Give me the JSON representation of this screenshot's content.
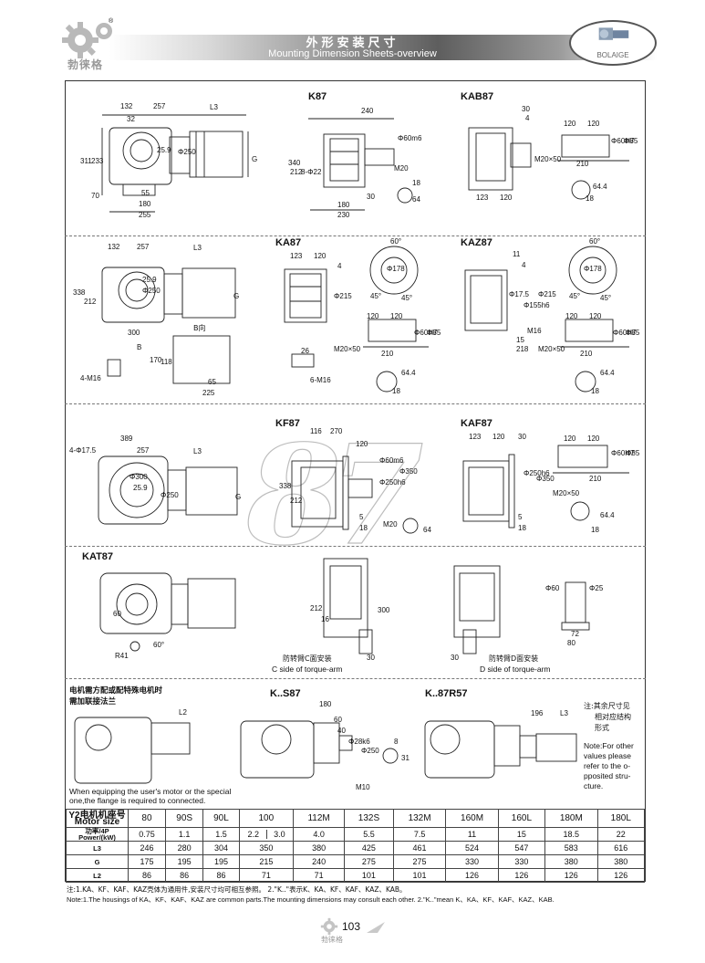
{
  "header": {
    "title_cn": "外形安装尺寸",
    "title_en": "Mounting Dimension Sheets-overview",
    "brand_cn": "勃徕格",
    "brand_en": "BOLAIGE",
    "registered": "®"
  },
  "sections": {
    "k87": {
      "title": "K87",
      "dims": {
        "d240": "240",
        "d60m6": "Φ60m6",
        "d340": "340",
        "d212": "212",
        "d8222": "8-Φ22",
        "m20": "M20",
        "d18": "18",
        "d64": "64",
        "d30": "30",
        "d180": "180",
        "d230": "230"
      }
    },
    "kab87": {
      "title": "KAB87",
      "dims": {
        "d30": "30",
        "d4": "4",
        "d120": "120",
        "d120b": "120",
        "d60h7": "Φ60H7",
        "d85": "Φ85",
        "m20x50": "M20×50",
        "d210": "210",
        "d123": "123",
        "d120c": "120",
        "d64_4": "64.4",
        "d18": "18"
      }
    },
    "side1": {
      "dims": {
        "d132": "132",
        "d257": "257",
        "L3": "L3",
        "d32": "32",
        "d311": "311",
        "d233": "233",
        "d25_9": "25.9",
        "d250": "Φ250",
        "G": "G",
        "d70": "70",
        "d55": "55",
        "d180": "180",
        "d255": "255"
      }
    },
    "side2": {
      "dims": {
        "d132": "132",
        "d257": "257",
        "L3": "L3",
        "d338": "338",
        "d212": "212",
        "d25_9": "25.9",
        "d250": "Φ250",
        "G": "G",
        "d300": "300",
        "b_view": "B向",
        "B": "B",
        "d4m16": "4-M16",
        "d170": "170",
        "d118": "118",
        "d65": "65",
        "d225": "225"
      }
    },
    "ka87": {
      "title": "KA87",
      "dims": {
        "d123": "123",
        "d120": "120",
        "d4": "4",
        "d215": "Φ215",
        "d26": "26",
        "d6m16": "6-M16",
        "d60": "60°",
        "d178": "Φ178",
        "d45a": "45°",
        "d45b": "45°",
        "d120b": "120",
        "d120c": "120",
        "m20x50": "M20×50",
        "d210": "210",
        "d60h7": "Φ60H7",
        "d85": "Φ85",
        "d64_4": "64.4",
        "d18": "18"
      }
    },
    "kaz87": {
      "title": "KAZ87",
      "dims": {
        "d11": "11",
        "d4": "4",
        "d175": "Φ17.5",
        "d155h6": "Φ155h6",
        "d215": "Φ215",
        "m16": "M16",
        "d15": "15",
        "d218": "218",
        "d60": "60°",
        "d178": "Φ178",
        "d45a": "45°",
        "d45b": "45°",
        "d120": "120",
        "d120b": "120",
        "m20x50": "M20×50",
        "d210": "210",
        "d60h7": "Φ60H7",
        "d85": "Φ85",
        "d64_4": "64.4",
        "d18": "18"
      }
    },
    "side3": {
      "dims": {
        "d389": "389",
        "d4175": "4-Φ17.5",
        "d257": "257",
        "L3": "L3",
        "d300": "Φ300",
        "d25_9": "25.9",
        "d250": "Φ250",
        "G": "G"
      }
    },
    "kf87": {
      "title": "KF87",
      "dims": {
        "d116": "116",
        "d270": "270",
        "d120": "120",
        "d60m6": "Φ60m6",
        "d250h6": "Φ250h6",
        "d350": "Φ350",
        "d338": "338",
        "d212": "212",
        "d5": "5",
        "d18": "18",
        "m20": "M20",
        "d64": "64"
      }
    },
    "kaf87": {
      "title": "KAF87",
      "dims": {
        "d123": "123",
        "d120": "120",
        "d30": "30",
        "d250h6": "Φ250h6",
        "d350": "Φ350",
        "d5": "5",
        "d18": "18",
        "d120b": "120",
        "d120c": "120",
        "d60h7": "Φ60H7",
        "d85": "Φ85",
        "d210": "210",
        "m20x50": "M20×50",
        "d64_4": "64.4",
        "d18b": "18"
      }
    },
    "kat87": {
      "title": "KAT87",
      "dims": {
        "d60": "60",
        "r41": "R41",
        "d60deg": "60°",
        "d212": "212",
        "d16": "16",
        "d300": "300",
        "d30": "30",
        "d30b": "30",
        "d60dim": "Φ60",
        "d25": "Φ25",
        "d72": "72",
        "d80": "80",
        "caption_c_cn": "防转臂C面安装",
        "caption_c_en": "C side of torque-arm",
        "caption_d_cn": "防转臂D面安装",
        "caption_d_en": "D side of torque-arm"
      }
    },
    "motor_note": {
      "cn_line1": "电机需方配或配特殊电机时",
      "cn_line2": "需加联接法兰",
      "en_line1": "When equipping the user's motor or the special",
      "en_line2": "one,the flange is required to connected.",
      "L2": "L2"
    },
    "ks87": {
      "title": "K..S87",
      "dims": {
        "d180": "180",
        "d60": "60",
        "d40": "40",
        "d28k6": "Φ28k6",
        "d250": "Φ250",
        "d8": "8",
        "d31": "31",
        "m10": "M10"
      }
    },
    "k87r57": {
      "title": "K..87R57",
      "dims": {
        "d196": "196",
        "L3": "L3"
      }
    },
    "side_note": {
      "cn_line1": "注:其余尺寸见",
      "cn_line2": "相对应结构",
      "cn_line3": "形式",
      "en_lines": [
        "Note:For other",
        "values please",
        "refer to the o-",
        "pposited stru-",
        "cture."
      ]
    }
  },
  "table": {
    "head_motor": [
      "Y2电机机座号",
      "Motor size"
    ],
    "head_power": [
      "功率/4P",
      "Power/(kW)"
    ],
    "motor_sizes": [
      "80",
      "90S",
      "90L",
      "100",
      "112M",
      "132S",
      "132M",
      "160M",
      "160L",
      "180M",
      "180L"
    ],
    "power": [
      "0.75",
      "1.1",
      "1.5",
      "2.2|3.0",
      "4.0",
      "5.5",
      "7.5",
      "11",
      "15",
      "18.5",
      "22"
    ],
    "rows": [
      {
        "label": "L3",
        "values": [
          "246",
          "280",
          "304",
          "350",
          "380",
          "425",
          "461",
          "524",
          "547",
          "583",
          "616"
        ]
      },
      {
        "label": "G",
        "values": [
          "175",
          "195",
          "195",
          "215",
          "240",
          "275",
          "275",
          "330",
          "330",
          "380",
          "380"
        ]
      },
      {
        "label": "L2",
        "values": [
          "86",
          "86",
          "86",
          "71",
          "71",
          "101",
          "101",
          "126",
          "126",
          "126",
          "126"
        ]
      }
    ]
  },
  "notes": {
    "cn": "注:1.KA、KF、KAF、KAZ壳体为通用件,安装尺寸均可相互参照。 2.\"K..\"表示K、KA、KF、KAF、KAZ、KAB。",
    "en": "Note:1.The housings of KA、KF、KAF、KAZ are common parts.The mounting dimensions may consult each other.  2.\"K..\"mean K、KA、KF、KAF、KAZ、KAB."
  },
  "watermark": "87",
  "footer": {
    "page_number": "103",
    "brand_cn": "勃徕格"
  }
}
